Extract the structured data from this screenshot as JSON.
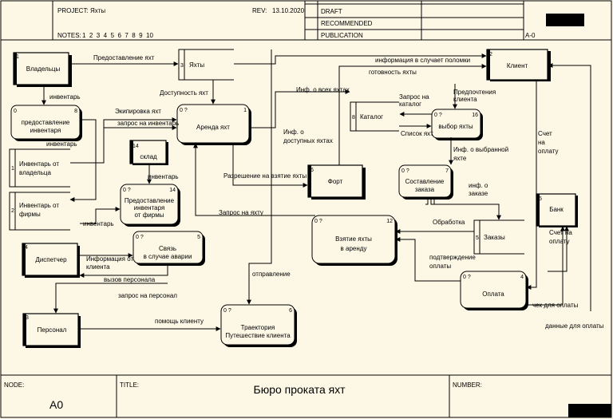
{
  "header": {
    "project_label": "PROJECT:",
    "project_value": "Яхты",
    "rev_label": "REV:",
    "rev_value": "13.10.2020",
    "notes_label": "NOTES:",
    "notes_value": "1  2  3  4  5  6  7  8  9  10",
    "status": [
      "DRAFT",
      "RECOMMENDED",
      "PUBLICATION"
    ],
    "code": "A-0"
  },
  "footer": {
    "node_label": "NODE:",
    "node_value": "A0",
    "title_label": "TITLE:",
    "title_value": "Бюро проката яхт",
    "number_label": "NUMBER:"
  },
  "entities": [
    {
      "id": "1",
      "name": "Владельцы"
    },
    {
      "id": "4",
      "name": "Диспетчер"
    },
    {
      "id": "3",
      "name": "Персонал"
    },
    {
      "id": "2",
      "name": "Клиент"
    },
    {
      "id": "6",
      "name": "Форт"
    },
    {
      "id": "5",
      "name": "Банк"
    },
    {
      "id": "14",
      "name": "склад"
    }
  ],
  "stores": [
    {
      "id": "3",
      "name": "Яхты"
    },
    {
      "id": "1",
      "name": "Инвентарь от владельца"
    },
    {
      "id": "2",
      "name": "Инвентарь от фирмы"
    },
    {
      "id": "8",
      "name": "Каталог"
    },
    {
      "id": "5",
      "name": "Заказы"
    }
  ],
  "processes": [
    {
      "num": "8",
      "tag": "0",
      "name": "предоставление инвентаря"
    },
    {
      "num": "1",
      "tag": "0 ?",
      "name": "Аренда яхт"
    },
    {
      "num": "14",
      "tag": "0 ?",
      "name": "Предоставление инвентаря от фирмы"
    },
    {
      "num": "5",
      "tag": "0 ?",
      "name": "Связь в случае аварии"
    },
    {
      "num": "6",
      "tag": "0 ?",
      "name": "Траектория Путешествие клиента"
    },
    {
      "num": "12",
      "tag": "0 ?",
      "name": "Взятие яхты в аренду"
    },
    {
      "num": "16",
      "tag": "0 ?",
      "name": "выбор яхты"
    },
    {
      "num": "7",
      "tag": "0 ?",
      "name": "Составление заказа"
    },
    {
      "num": "4",
      "tag": "0 ?",
      "name": "Оплата"
    }
  ],
  "flows": [
    "Предоставление яхт",
    "инвентарь",
    "Доступность яхт",
    "Экипировка яхт",
    "запрос на инвентарь",
    "инвентарь",
    "инвентарь",
    "инвентарь",
    "Инф. о всех яхтах",
    "информация в случает поломки",
    "готовность яхты",
    "Запрос на каталог",
    "Предпочтения клиента",
    "Список яхт",
    "Инф. о доступных яхтах",
    "Инф. о выбранной яхте",
    "Разрешение на взятие яхты",
    "инф. о заказе",
    "Запрос на яхту",
    "Обработка",
    "Счет на оплату",
    "Счет на оплату",
    "Информация от клиента",
    "вызов персонала",
    "отправление",
    "подтверждение оплаты",
    "запрос на персонал",
    "помощь клиенту",
    "чек для оплаты",
    "данные для оплаты"
  ]
}
